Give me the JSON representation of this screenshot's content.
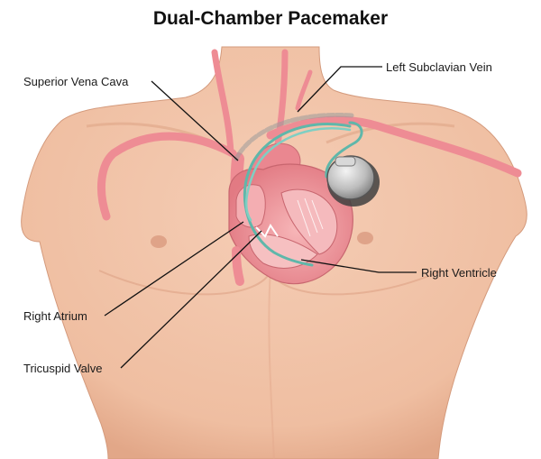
{
  "title": "Dual-Chamber Pacemaker",
  "labels": {
    "superior_vena_cava": "Superior Vena Cava",
    "left_subclavian_vein": "Left Subclavian Vein",
    "right_ventricle": "Right Ventricle",
    "right_atrium": "Right Atrium",
    "tricuspid_valve": "Tricuspid Valve"
  },
  "colors": {
    "skin": "#f1c2a7",
    "skin_shadow": "#dfa385",
    "vessel": "#ee8c94",
    "heart": "#e9848c",
    "heart_inner": "#f6b7b9",
    "lead_wire": "#6fc4b8",
    "device_shell": "#b9b9b9"
  }
}
